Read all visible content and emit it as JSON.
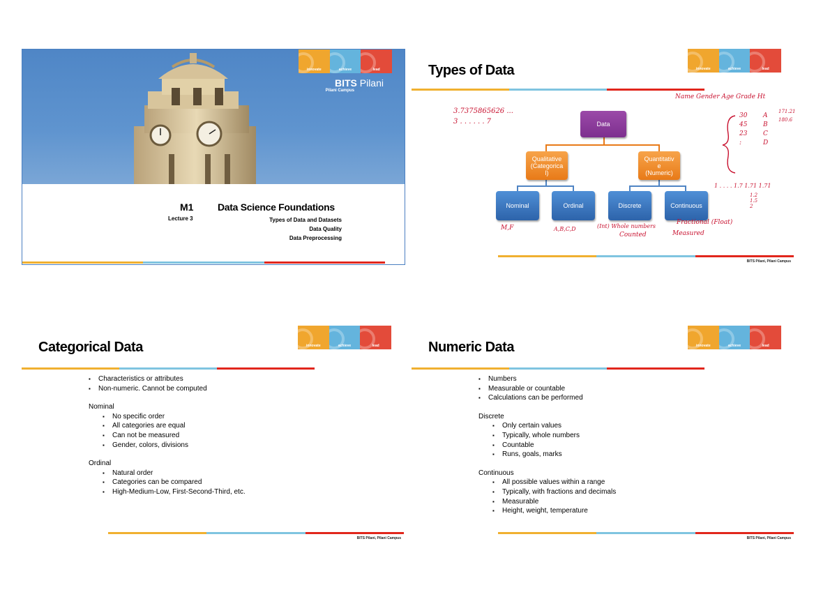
{
  "logo": {
    "segments": [
      "innovate",
      "achieve",
      "lead"
    ]
  },
  "footer": "BITS Pilani, Pilani Campus",
  "slide1": {
    "brand_bold": "BITS",
    "brand_light": " Pilani",
    "campus": "Pilani Campus",
    "module": "M1",
    "course": "Data Science Foundations",
    "lecture": "Lecture 3",
    "topics": [
      "Types of Data and Datasets",
      "Data Quality",
      "Data Preprocessing"
    ]
  },
  "slide2": {
    "title": "Types of Data",
    "diagram": {
      "root": "Data",
      "qualitative": [
        "Qualitative",
        "(Categorica",
        "l)"
      ],
      "quantitative": [
        "Quantitativ",
        "e",
        "(Numeric)"
      ],
      "leaves": [
        "Nominal",
        "Ordinal",
        "Discrete",
        "Continuous"
      ]
    },
    "handwriting": {
      "top_left_1": "3.7375865626 ...",
      "top_left_2": "3 . . . . . . 7",
      "header_row": "Name  Gender  Age  Grade  Ht",
      "age_vals": "30\n45\n23\n:",
      "grade_vals": "A\nB\nC\nD",
      "ht_vals": "171.21\n180.6",
      "nominal_note": "M,F",
      "ordinal_note": "A,B,C,D",
      "discrete_note": "(Int) Whole numbers",
      "discrete_note2": "Counted",
      "continuous_note": "Fractional (Float)",
      "continuous_note2": "Measured",
      "right_scale": "1 . . . . 1.7  1.71  1.71",
      "right_scale2": "1.2\n1.5\n2"
    }
  },
  "slide3": {
    "title": "Categorical Data",
    "intro": [
      "Characteristics or attributes",
      "Non-numeric. Cannot be computed"
    ],
    "sections": [
      {
        "heading": "Nominal",
        "items": [
          "No specific order",
          "All categories are equal",
          "Can not be measured",
          "Gender, colors, divisions"
        ]
      },
      {
        "heading": "Ordinal",
        "items": [
          "Natural order",
          "Categories can be compared",
          "High-Medium-Low, First-Second-Third, etc."
        ]
      }
    ]
  },
  "slide4": {
    "title": "Numeric Data",
    "intro": [
      "Numbers",
      "Measurable or countable",
      "Calculations can be performed"
    ],
    "sections": [
      {
        "heading": "Discrete",
        "items": [
          "Only certain values",
          "Typically, whole numbers",
          "Countable",
          "Runs, goals, marks"
        ]
      },
      {
        "heading": "Continuous",
        "items": [
          "All possible values within a range",
          "Typically, with fractions and decimals",
          "Measurable",
          "Height, weight, temperature"
        ]
      }
    ]
  }
}
